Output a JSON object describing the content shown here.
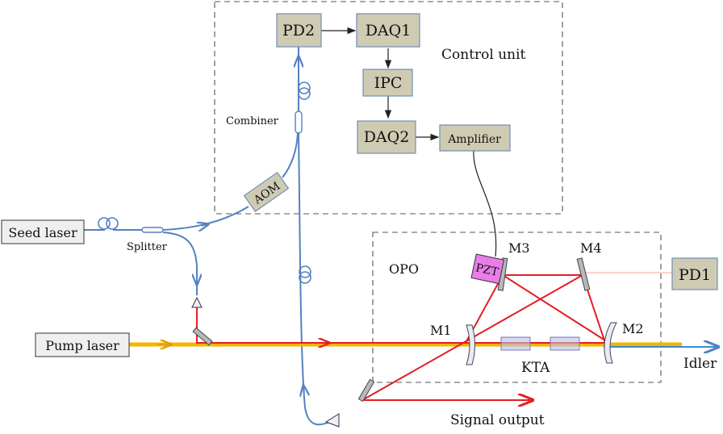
{
  "labels": {
    "control_unit": "Control unit",
    "combiner": "Combiner",
    "splitter": "Splitter",
    "opo": "OPO",
    "kta": "KTA",
    "idler": "Idler",
    "signal_output": "Signal output",
    "m1": "M1",
    "m2": "M2",
    "m3": "M3",
    "m4": "M4"
  },
  "boxes": {
    "pd2": "PD2",
    "daq1": "DAQ1",
    "ipc": "IPC",
    "daq2": "DAQ2",
    "amplifier": "Amplifier",
    "aom": "AOM",
    "pzt": "PZT",
    "pd1": "PD1",
    "seed_laser": "Seed laser",
    "pump_laser": "Pump laser"
  },
  "colors": {
    "module_fill": "#cfcbb3",
    "fiber": "#5581c0",
    "pump_beam": "#f5b400",
    "signal_beam": "#e31e24",
    "idler_beam": "#2f8fd8",
    "pzt": "#ea7ee8"
  }
}
